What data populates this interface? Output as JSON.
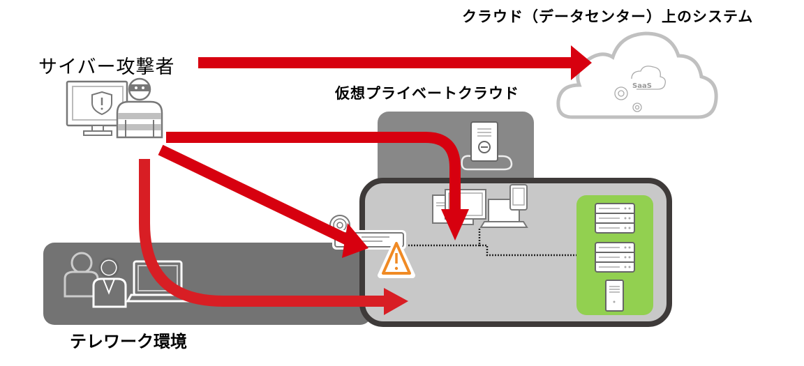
{
  "labels": {
    "cloud_system": "クラウド（データセンター）上のシステム",
    "cyber_attacker": "サイバー攻撃者",
    "virtual_private_cloud": "仮想プライベートクラウド",
    "telework_environment": "テレワーク環境"
  },
  "icons": {
    "saas_label": "SaaS"
  },
  "colors": {
    "attack_arrow": "#d7000f",
    "telework_panel": "#737373",
    "vpc_panel": "#888888",
    "onprem_panel": "#c8c8c8",
    "onprem_border": "#3e3a39",
    "server_zone": "#92d050",
    "warning": "#f08a24",
    "cloud_outline": "#c0c0c0"
  }
}
